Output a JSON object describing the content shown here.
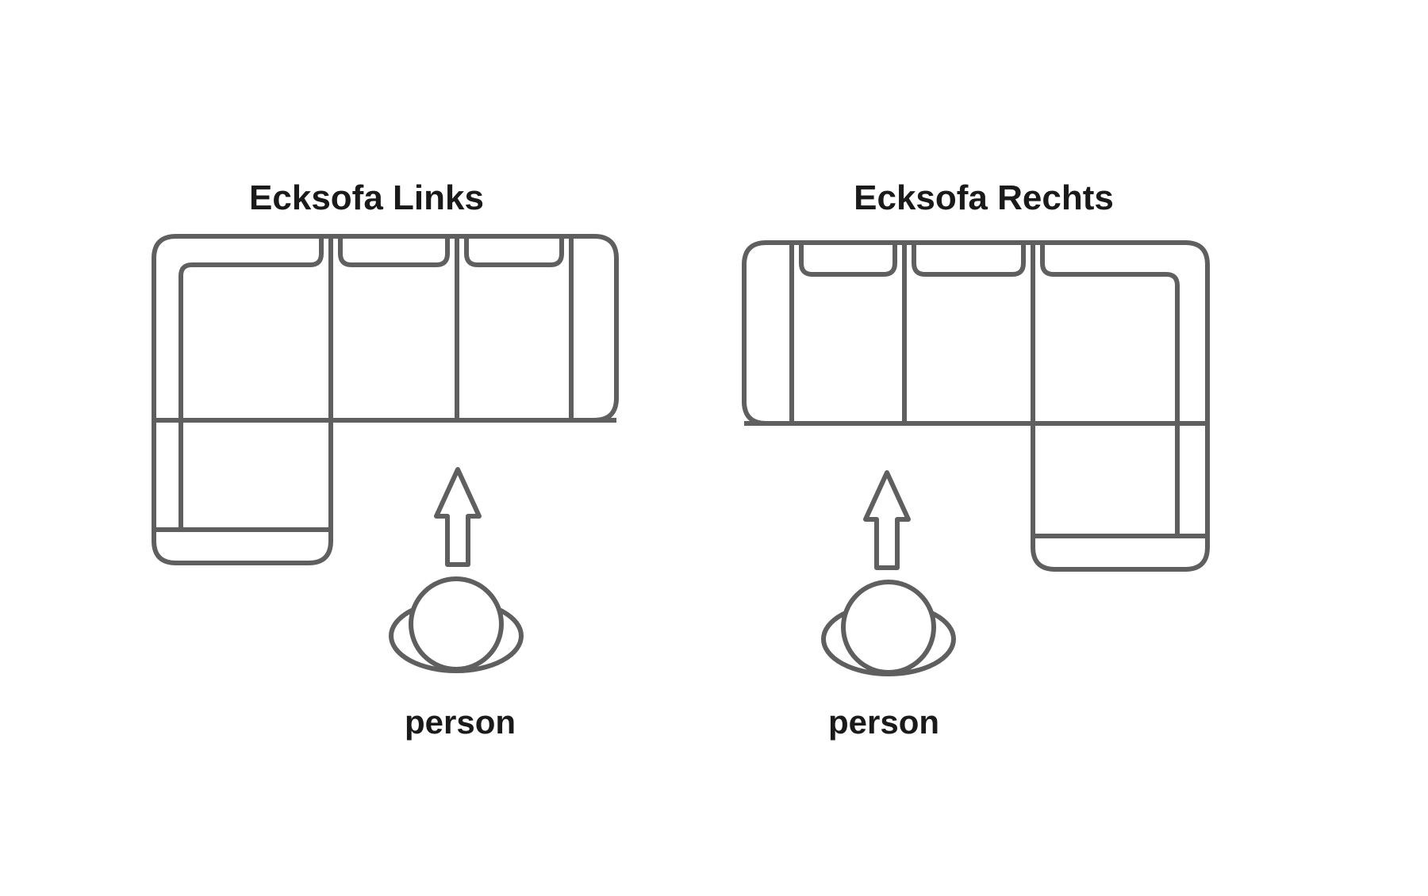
{
  "diagram": {
    "background_color": "#ffffff",
    "line_color": "#5f5f5f",
    "text_color": "#1a1a1a",
    "figures": [
      {
        "title": "Ecksofa Links",
        "person_label": "person",
        "icons": [
          "corner-sofa-left-topview-icon",
          "arrow-up-icon",
          "person-topview-icon"
        ]
      },
      {
        "title": "Ecksofa Rechts",
        "person_label": "person",
        "icons": [
          "corner-sofa-right-topview-icon",
          "arrow-up-icon",
          "person-topview-icon"
        ]
      }
    ]
  }
}
